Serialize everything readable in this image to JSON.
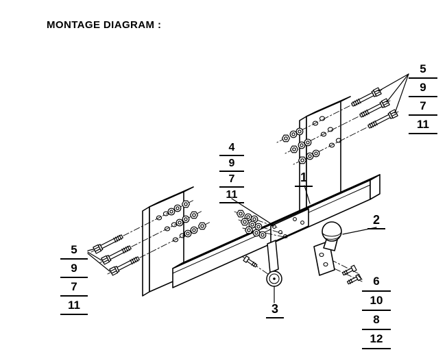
{
  "title": "MONTAGE DIAGRAM :",
  "stacks": {
    "top_right": [
      "5",
      "9",
      "7",
      "11"
    ],
    "left": [
      "5",
      "9",
      "7",
      "11"
    ],
    "center": [
      "4",
      "9",
      "7",
      "11"
    ],
    "bottom_right": [
      "6",
      "10",
      "8",
      "12"
    ]
  },
  "labels": {
    "part_1": "1",
    "part_2": "2",
    "part_3": "3"
  },
  "colors": {
    "ink": "#000000",
    "background": "#ffffff"
  }
}
